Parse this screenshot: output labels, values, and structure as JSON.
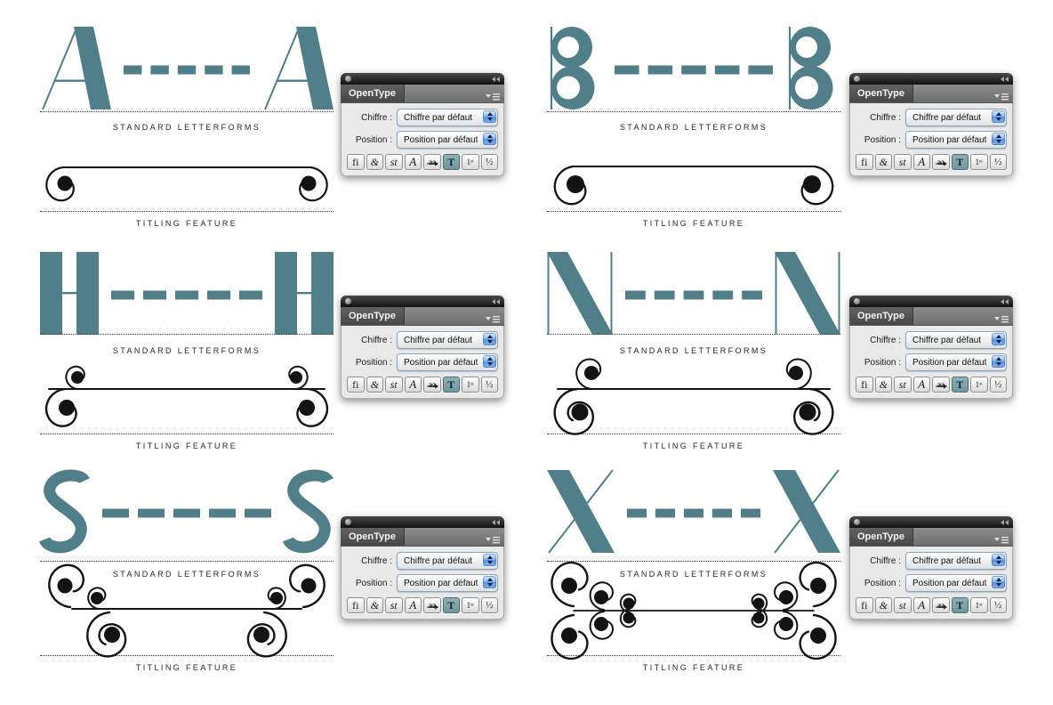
{
  "specimens": [
    {
      "letter": "A",
      "standard_label": "STANDARD LETTERFORMS",
      "titling_label": "TITLING FEATURE",
      "ornament": "single-scroll"
    },
    {
      "letter": "B",
      "standard_label": "STANDARD LETTERFORMS",
      "titling_label": "TITLING FEATURE",
      "ornament": "single-scroll-large"
    },
    {
      "letter": "H",
      "standard_label": "STANDARD LETTERFORMS",
      "titling_label": "TITLING FEATURE",
      "ornament": "double-scroll"
    },
    {
      "letter": "N",
      "standard_label": "STANDARD LETTERFORMS",
      "titling_label": "TITLING FEATURE",
      "ornament": "double-scroll-large"
    },
    {
      "letter": "S",
      "standard_label": "STANDARD LETTERFORMS",
      "titling_label": "TITLING FEATURE",
      "ornament": "triple-scroll"
    },
    {
      "letter": "X",
      "standard_label": "STANDARD LETTERFORMS",
      "titling_label": "TITLING FEATURE",
      "ornament": "cluster-scroll"
    }
  ],
  "dashes_between_letters": 5,
  "opentype_panel": {
    "title": "OpenType",
    "icons": {
      "close": "window-dot",
      "collapse": "double-left-arrows",
      "panel_menu": "menu-triangle-lines",
      "select_stepper": "up-down-arrows"
    },
    "fields": [
      {
        "label": "Chiffre :",
        "value": "Chiffre par défaut"
      },
      {
        "label": "Position :",
        "value": "Position par défaut"
      }
    ],
    "feature_buttons": [
      {
        "glyph": "fi",
        "name": "standard-ligatures",
        "active": false
      },
      {
        "glyph": "&",
        "name": "discretionary-ligatures",
        "active": false
      },
      {
        "glyph": "st",
        "name": "stylistic-ligatures",
        "active": false
      },
      {
        "glyph": "A",
        "name": "swash",
        "active": false
      },
      {
        "glyph": "aa",
        "name": "contextual-alternates",
        "active": false
      },
      {
        "glyph": "T",
        "name": "titling-alternates",
        "active": true
      },
      {
        "glyph": "1ˢᵗ",
        "name": "ordinals",
        "active": false
      },
      {
        "glyph": "½",
        "name": "fractions",
        "active": false
      }
    ]
  },
  "colors": {
    "letter_teal": "#507e89",
    "ornament_ink": "#131313",
    "active_button_teal": "#7da6ad",
    "guide_dotted": "#3c3c3c"
  }
}
